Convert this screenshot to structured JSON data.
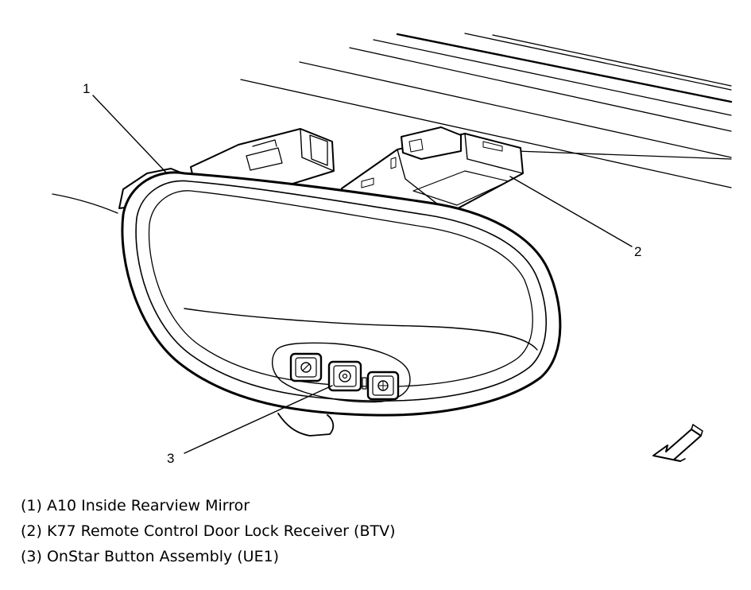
{
  "callouts": [
    {
      "number": "1"
    },
    {
      "number": "2"
    },
    {
      "number": "3"
    }
  ],
  "legend": [
    "(1) A10 Inside Rearview Mirror",
    "(2) K77 Remote Control Door Lock Receiver (BTV)",
    "(3) OnStar Button Assembly (UE1)"
  ],
  "icons": [
    "direction-arrow-icon",
    "onstar-button-icon",
    "phone-button-icon",
    "service-button-icon"
  ]
}
